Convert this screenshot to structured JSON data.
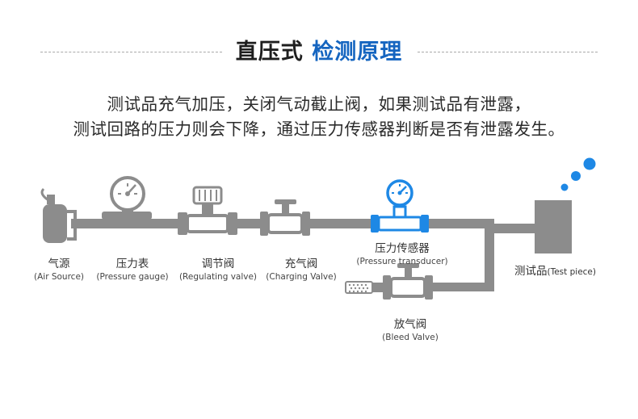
{
  "header": {
    "title_part1": "直压式",
    "title_part2": "检测原理"
  },
  "description": {
    "line1": "测试品充气加压，关闭气动截止阀，如果测试品有泄露，",
    "line2": "测试回路的压力则会下降，通过压力传感器判断是否有泄露发生。"
  },
  "components": {
    "air_source": {
      "cn": "气源",
      "en": "(Air Source)"
    },
    "pressure_gauge": {
      "cn": "压力表",
      "en": "(Pressure gauge)"
    },
    "regulating_valve": {
      "cn": "调节阀",
      "en": "(Regulating valve)"
    },
    "charging_valve": {
      "cn": "充气阀",
      "en": "(Charging Valve)"
    },
    "pressure_transducer": {
      "cn": "压力传感器",
      "en": "(Pressure transducer)"
    },
    "bleed_valve": {
      "cn": "放气阀",
      "en": "(Bleed Valve)"
    },
    "test_piece": {
      "cn": "测试品",
      "en": "(Test piece)"
    }
  },
  "colors": {
    "pipe_gray": "#8c8c8c",
    "accent_blue": "#1e88e5",
    "title_blue": "#1565c0"
  }
}
